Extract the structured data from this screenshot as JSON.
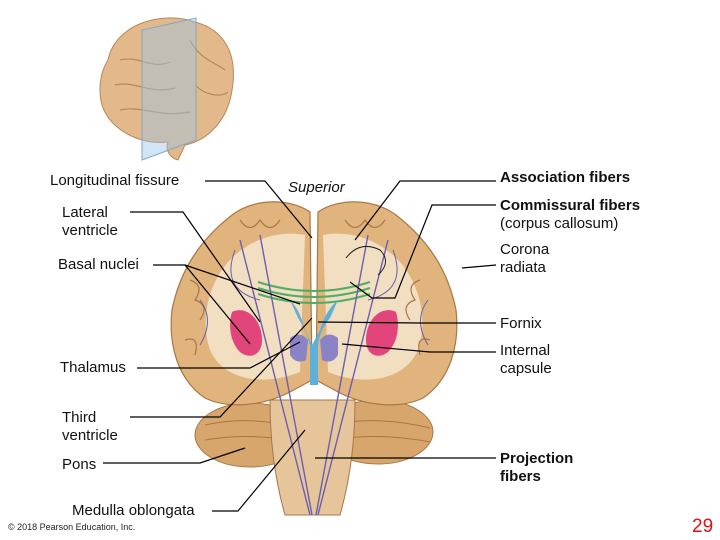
{
  "labels": {
    "longitudinal_fissure": "Longitudinal fissure",
    "lateral_ventricle": [
      "Lateral",
      "ventricle"
    ],
    "basal_nuclei": "Basal nuclei",
    "thalamus": "Thalamus",
    "third_ventricle": [
      "Third",
      "ventricle"
    ],
    "pons": "Pons",
    "medulla_oblongata": "Medulla oblongata",
    "superior": "Superior",
    "association_fibers": "Association fibers",
    "commissural_fibers": [
      "Commissural fibers",
      "(corpus callosum)"
    ],
    "corona_radiata": [
      "Corona",
      "radiata"
    ],
    "fornix": "Fornix",
    "internal_capsule": [
      "Internal",
      "capsule"
    ],
    "projection_fibers": [
      "Projection",
      "fibers"
    ]
  },
  "footer": {
    "copyright": "© 2018 Pearson Education, Inc.",
    "page_number": "29"
  },
  "colors": {
    "brain": "#e0b47c",
    "white_matter": "#f2dfc2",
    "ventricle": "#5fb0d8",
    "basal_nuclei": "#e2457c",
    "thalamus": "#8a84c6",
    "page_number": "#e01010"
  }
}
